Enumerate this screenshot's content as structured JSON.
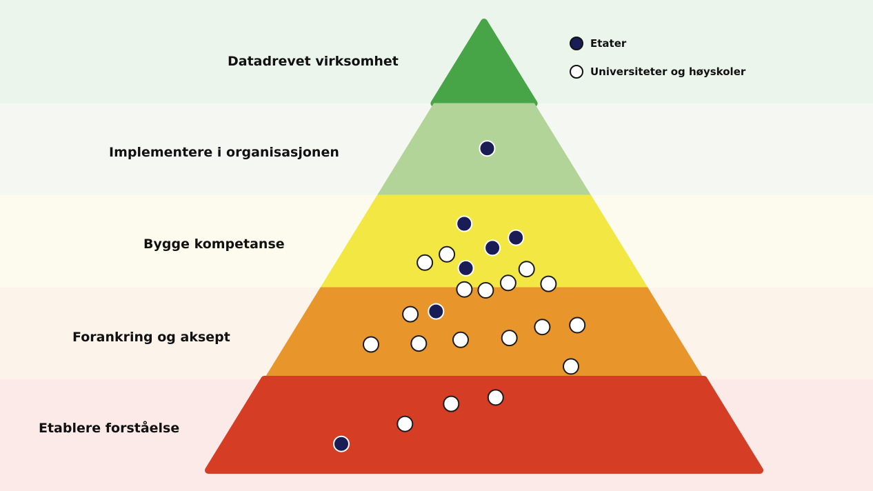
{
  "levels": [
    {
      "label": "Datadrevet virksomhet",
      "band_color": "#ebf5ec",
      "tier_color": "#47a447"
    },
    {
      "label": "Implementere i organisasjonen",
      "band_color": "#f5f8f2",
      "tier_color": "#b3d499"
    },
    {
      "label": "Bygge kompetanse",
      "band_color": "#fdfbed",
      "tier_color": "#f2e743"
    },
    {
      "label": "Forankring og aksept",
      "band_color": "#fcf3ea",
      "tier_color": "#e8952b"
    },
    {
      "label": "Etablere forståelse",
      "band_color": "#fbeae7",
      "tier_color": "#d53d24"
    }
  ],
  "legend": {
    "etater": {
      "label": "Etater",
      "color": "#1a1c55"
    },
    "universiteter": {
      "label": "Universiteter og høyskoler",
      "color": "#ffffff"
    }
  },
  "chart_data": {
    "type": "scatter",
    "series": [
      {
        "name": "Etater",
        "color": "#1a1c55",
        "points": [
          {
            "level": 3.51,
            "offset": 0.04
          },
          {
            "level": 2.69,
            "offset": -0.16
          },
          {
            "level": 2.21,
            "offset": -0.12
          },
          {
            "level": 2.43,
            "offset": 0.06
          },
          {
            "level": 2.54,
            "offset": 0.24
          },
          {
            "level": 1.74,
            "offset": -0.27
          },
          {
            "level": 0.29,
            "offset": -0.55
          }
        ]
      },
      {
        "name": "Universiteter og høyskoler",
        "color": "#ffffff",
        "points": [
          {
            "level": 2.27,
            "offset": -0.4
          },
          {
            "level": 2.36,
            "offset": -0.26
          },
          {
            "level": 1.98,
            "offset": -0.12
          },
          {
            "level": 1.97,
            "offset": 0.01
          },
          {
            "level": 2.05,
            "offset": 0.15
          },
          {
            "level": 2.2,
            "offset": 0.28
          },
          {
            "level": 2.04,
            "offset": 0.4
          },
          {
            "level": 1.71,
            "offset": -0.41
          },
          {
            "level": 1.43,
            "offset": -0.12
          },
          {
            "level": 1.45,
            "offset": 0.13
          },
          {
            "level": 1.57,
            "offset": 0.31
          },
          {
            "level": 1.59,
            "offset": 0.5
          },
          {
            "level": 1.38,
            "offset": -0.57
          },
          {
            "level": 1.39,
            "offset": -0.33
          },
          {
            "level": 1.14,
            "offset": 0.41
          },
          {
            "level": 0.73,
            "offset": -0.14
          },
          {
            "level": 0.8,
            "offset": 0.05
          },
          {
            "level": 0.51,
            "offset": -0.32
          }
        ]
      }
    ]
  }
}
